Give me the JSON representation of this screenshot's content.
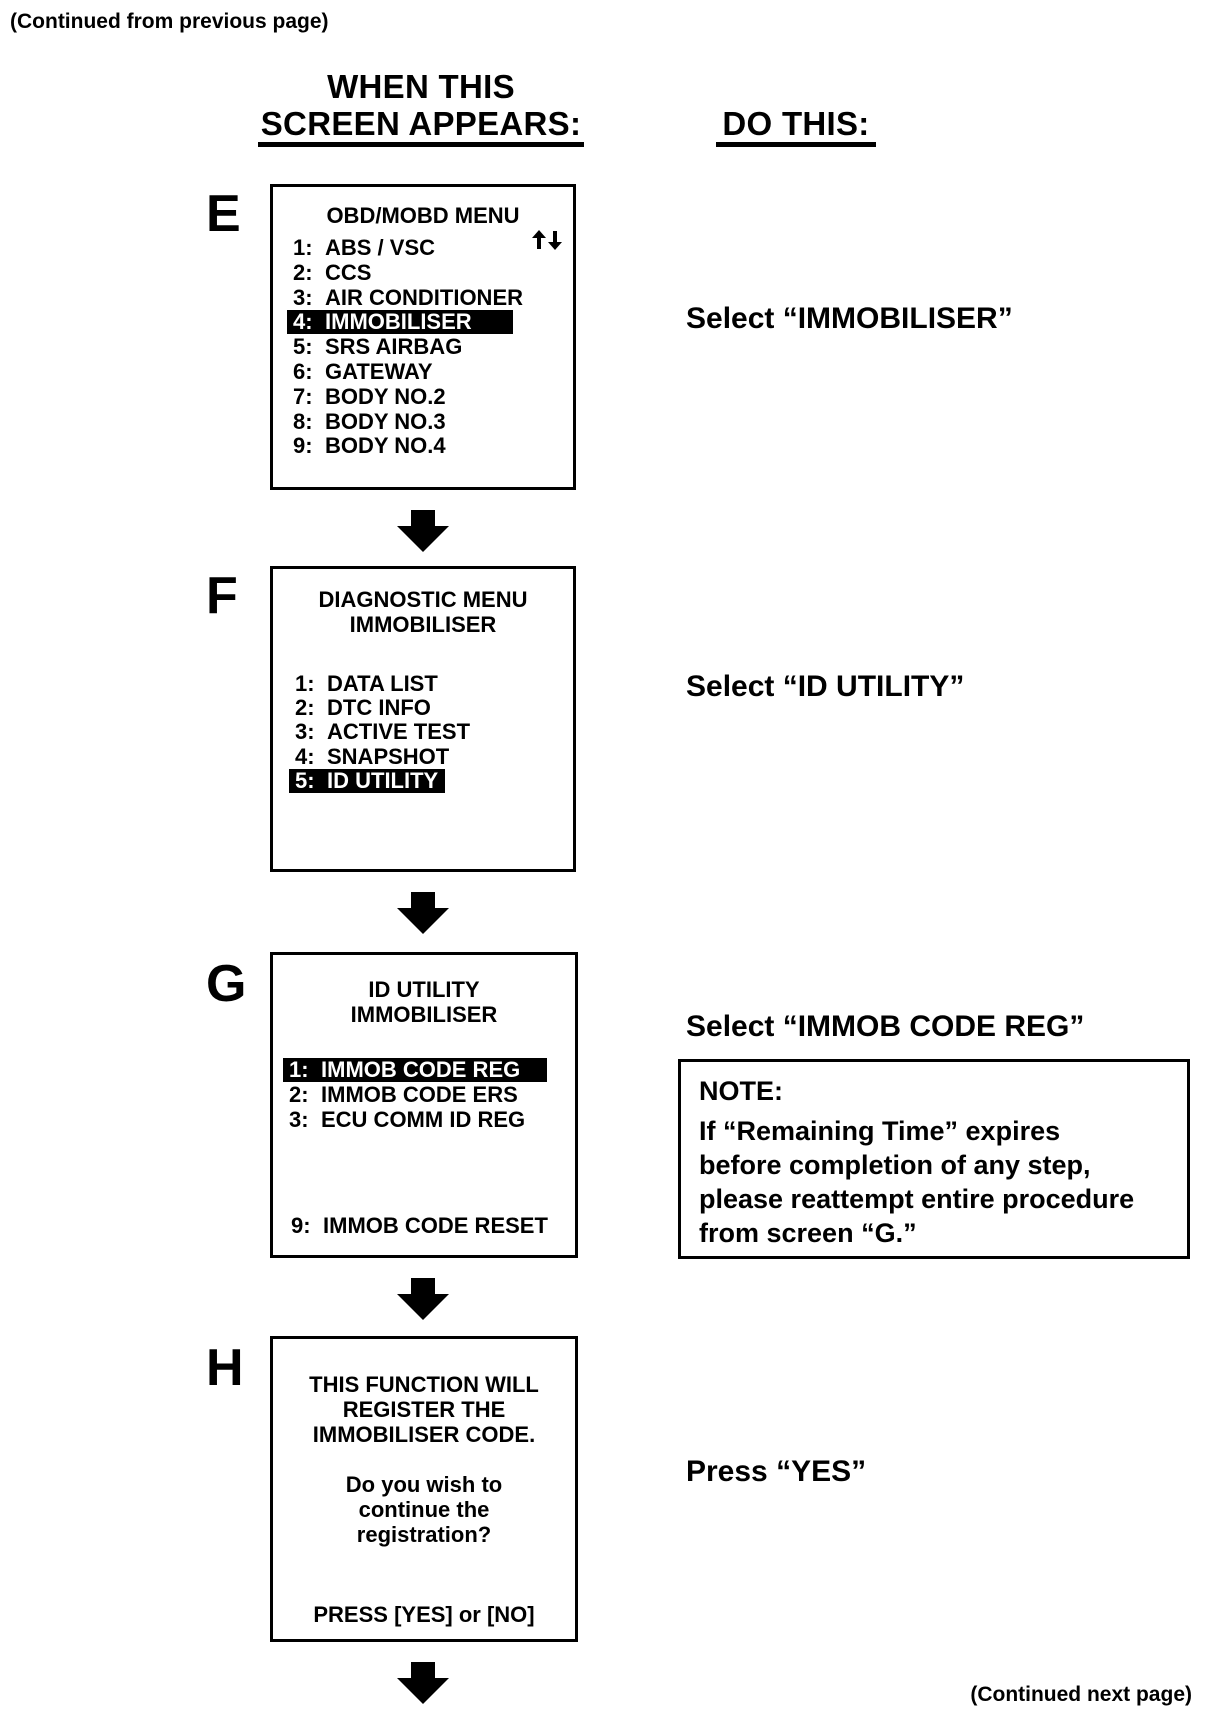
{
  "continued_from": "(Continued from previous page)",
  "continued_next": "(Continued next page)",
  "headers": {
    "left_line1": "WHEN THIS",
    "left_line2": "SCREEN APPEARS:",
    "right": "DO THIS:"
  },
  "steps": {
    "E": {
      "letter": "E",
      "screen_title": "OBD/MOBD MENU",
      "scroll_icon": "up-down-arrows-icon",
      "items": [
        {
          "num": "1:",
          "label": "ABS / VSC"
        },
        {
          "num": "2:",
          "label": "CCS"
        },
        {
          "num": "3:",
          "label": "AIR CONDITIONER"
        },
        {
          "num": "4:",
          "label": "IMMOBILISER"
        },
        {
          "num": "5:",
          "label": "SRS AIRBAG"
        },
        {
          "num": "6:",
          "label": "GATEWAY"
        },
        {
          "num": "7:",
          "label": "BODY NO.2"
        },
        {
          "num": "8:",
          "label": "BODY NO.3"
        },
        {
          "num": "9:",
          "label": "BODY NO.4"
        }
      ],
      "selected_index": 3,
      "instruction": "Select “IMMOBILISER”"
    },
    "F": {
      "letter": "F",
      "screen_title_line1": "DIAGNOSTIC MENU",
      "screen_title_line2": "IMMOBILISER",
      "items": [
        {
          "num": "1:",
          "label": "DATA LIST"
        },
        {
          "num": "2:",
          "label": "DTC INFO"
        },
        {
          "num": "3:",
          "label": "ACTIVE TEST"
        },
        {
          "num": "4:",
          "label": "SNAPSHOT"
        },
        {
          "num": "5:",
          "label": "ID UTILITY"
        }
      ],
      "selected_index": 4,
      "instruction": "Select “ID UTILITY”"
    },
    "G": {
      "letter": "G",
      "screen_title_line1": "ID UTILITY",
      "screen_title_line2": "IMMOBILISER",
      "items": [
        {
          "num": "1:",
          "label": "IMMOB CODE REG"
        },
        {
          "num": "2:",
          "label": "IMMOB CODE ERS"
        },
        {
          "num": "3:",
          "label": "ECU COMM ID REG"
        }
      ],
      "reset_item": {
        "num": "9:",
        "label": "IMMOB CODE RESET"
      },
      "selected_index": 0,
      "instruction": "Select “IMMOB CODE REG”",
      "note_title": "NOTE:",
      "note_body_lines": [
        "If “Remaining Time” expires",
        "before completion of any step,",
        "please reattempt entire procedure",
        "from screen “G.”"
      ]
    },
    "H": {
      "letter": "H",
      "lines_1": [
        "THIS FUNCTION WILL",
        "REGISTER THE",
        "IMMOBILISER CODE."
      ],
      "lines_2": [
        "Do you wish to",
        "continue the",
        "registration?"
      ],
      "prompt": "PRESS [YES] or [NO]",
      "instruction": "Press “YES”"
    }
  }
}
